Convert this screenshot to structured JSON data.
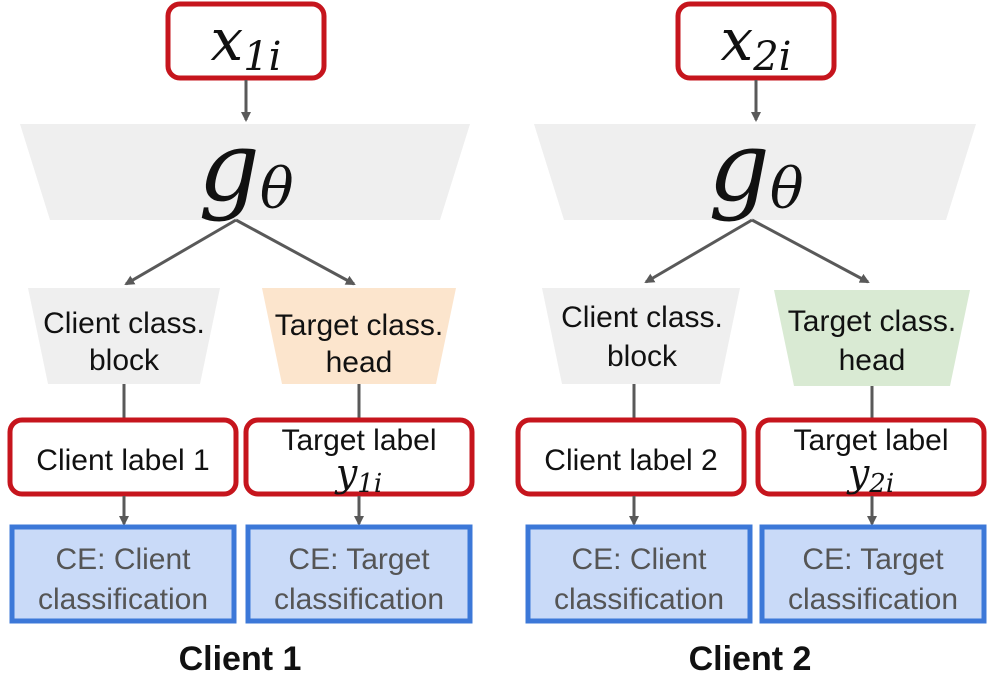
{
  "colors": {
    "red_border": "#c6151d",
    "blue_fill": "#c9daf8",
    "blue_border": "#3c78d8",
    "gray_fill": "#efefef",
    "orange_fill": "#fce5cd",
    "green_fill": "#d9ead3",
    "arrow": "#595959"
  },
  "clients": [
    {
      "input": {
        "base": "x",
        "sub": "1i"
      },
      "encoder": {
        "base": "g",
        "sub": "θ"
      },
      "client_block": {
        "line1": "Client class.",
        "line2": "block"
      },
      "target_head": {
        "line1": "Target class.",
        "line2": "head"
      },
      "client_label": "Client label 1",
      "target_label": {
        "text": "Target label",
        "math_base": "y",
        "math_sub": "1i"
      },
      "ce_client": {
        "line1": "CE: Client",
        "line2": "classification"
      },
      "ce_target": {
        "line1": "CE: Target",
        "line2": "classification"
      },
      "title": "Client 1"
    },
    {
      "input": {
        "base": "x",
        "sub": "2i"
      },
      "encoder": {
        "base": "g",
        "sub": "θ"
      },
      "client_block": {
        "line1": "Client class.",
        "line2": "block"
      },
      "target_head": {
        "line1": "Target class.",
        "line2": "head"
      },
      "client_label": "Client label 2",
      "target_label": {
        "text": "Target label",
        "math_base": "y",
        "math_sub": "2i"
      },
      "ce_client": {
        "line1": "CE: Client",
        "line2": "classification"
      },
      "ce_target": {
        "line1": "CE: Target",
        "line2": "classification"
      },
      "title": "Client 2"
    }
  ]
}
